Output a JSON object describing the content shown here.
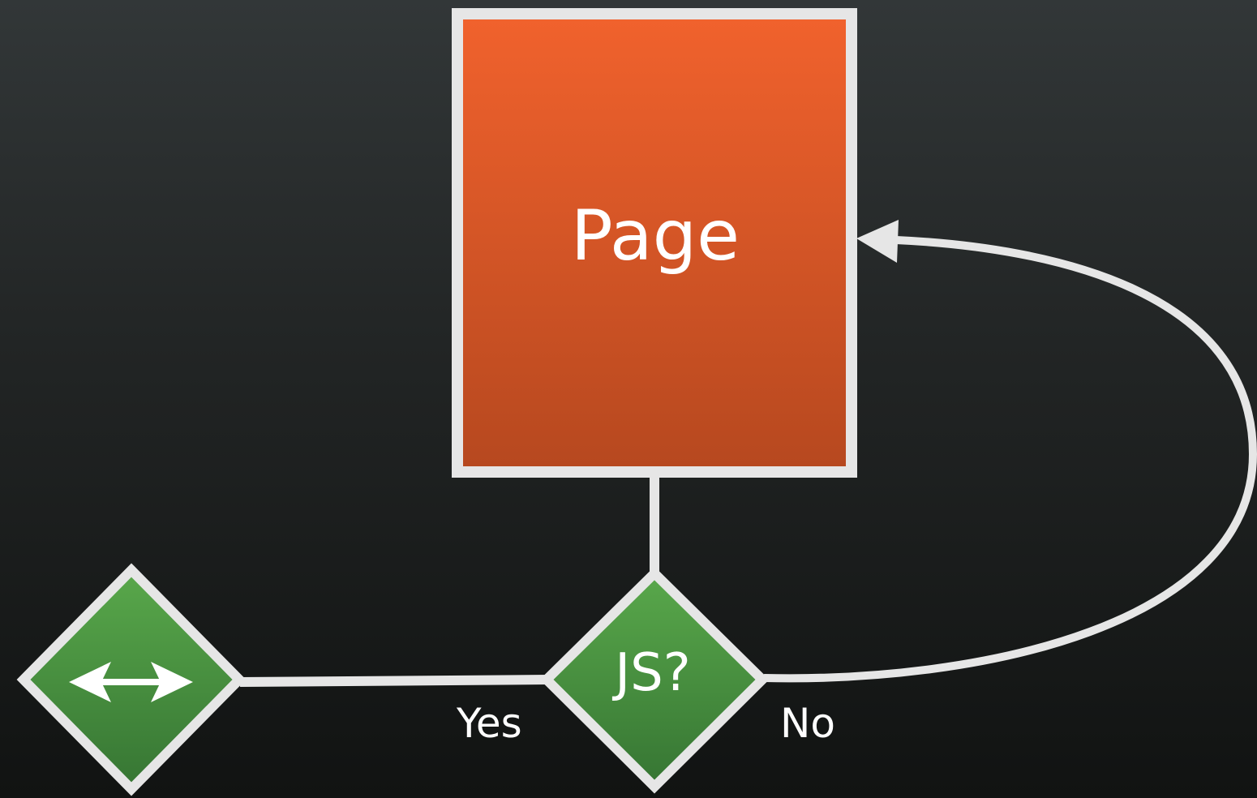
{
  "diagram": {
    "page_node": {
      "label": "Page"
    },
    "decision_node": {
      "label": "JS?"
    },
    "yes_label": "Yes",
    "no_label": "No",
    "double_arrow_node": {
      "icon": "double-headed-arrow-icon"
    }
  },
  "colors": {
    "page_top": "#f1622d",
    "page_bottom": "#b6481f",
    "diamond_top": "#59a84b",
    "diamond_bottom": "#367533",
    "stroke": "#e6e6e6"
  }
}
